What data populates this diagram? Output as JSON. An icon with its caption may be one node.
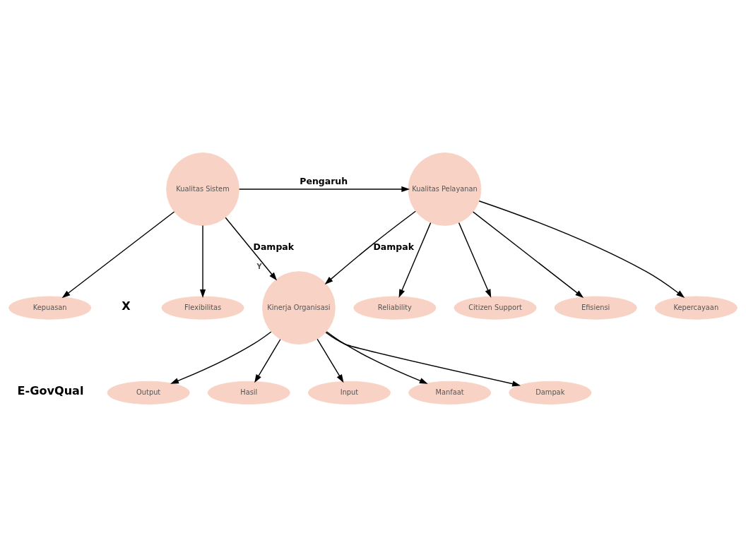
{
  "diagram": {
    "nodes": [
      {
        "text": [
          "Kualitas Sistem"
        ]
      },
      {
        "text": [
          "Kualitas Pelayanan"
        ]
      },
      {
        "text": [
          "Kinerja Organisasi"
        ],
        "beside": [
          "Y"
        ]
      },
      {
        "text": [
          "Flexibilitas"
        ]
      },
      {
        "text": [
          "Kepuasan"
        ]
      },
      {
        "text": [
          "Efisiensi"
        ]
      },
      {
        "text": [
          "Kepercayaan"
        ]
      },
      {
        "text": [
          "Reliability"
        ]
      },
      {
        "text": [
          "Citizen Support"
        ]
      },
      {
        "text": [
          "Manfaat"
        ]
      },
      {
        "text": [
          "Dampak"
        ]
      },
      {
        "text": [
          "Output"
        ]
      },
      {
        "text": [
          "Hasil"
        ]
      },
      {
        "text": [
          "Input"
        ]
      }
    ],
    "edges": [
      {
        "from": 0,
        "to": 1,
        "arrow": "to",
        "label": "Pengaruh"
      },
      {
        "from": 0,
        "to": 3,
        "arrow": "to"
      },
      {
        "from": 0,
        "to": 4,
        "arrow": "to"
      },
      {
        "from": 1,
        "to": 5,
        "arrow": "to"
      },
      {
        "from": 1,
        "to": 6,
        "arrow": "to"
      },
      {
        "from": 1,
        "to": 7,
        "arrow": "to"
      },
      {
        "from": 1,
        "to": 8,
        "arrow": "to"
      },
      {
        "from": 0,
        "to": 2,
        "arrow": "to",
        "label": "Dampak"
      },
      {
        "from": 1,
        "to": 2,
        "arrow": "to",
        "label": "Dampak"
      },
      {
        "from": 2,
        "to": 9,
        "arrow": "to"
      },
      {
        "from": 2,
        "to": 10,
        "arrow": "to"
      },
      {
        "from": 2,
        "to": 11,
        "arrow": "to"
      },
      {
        "from": 2,
        "to": 12,
        "arrow": "to"
      },
      {
        "from": 2,
        "to": 13,
        "arrow": "to"
      }
    ],
    "labels": [
      "X",
      "E-GovQual"
    ]
  }
}
